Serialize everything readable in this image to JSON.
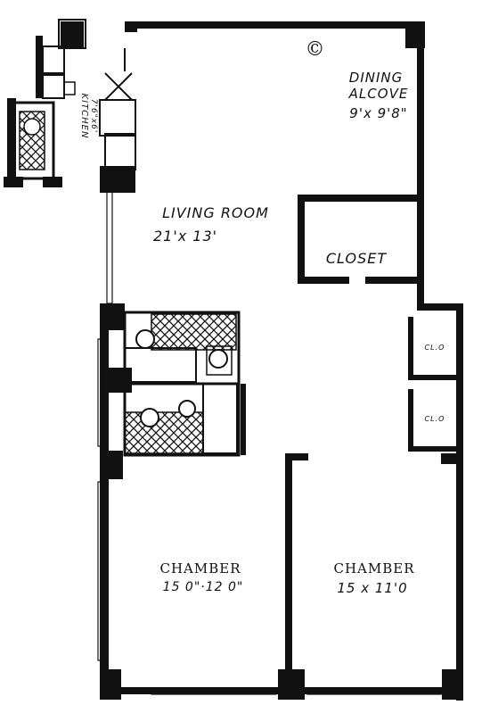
{
  "rooms": {
    "kitchen": {
      "name": "KITCHEN",
      "dims": "7'6\"x6'"
    },
    "dining_alcove": {
      "name_line1": "DINING",
      "name_line2": "ALCOVE",
      "dims": "9'x 9'8\""
    },
    "living_room": {
      "name": "LIVING ROOM",
      "dims": "21'x 13'"
    },
    "closet": {
      "name": "CLOSET"
    },
    "cl_upper": {
      "name": "CL.O"
    },
    "cl_lower": {
      "name": "CL.O"
    },
    "chamber_left": {
      "name": "CHAMBER",
      "dims": "15 0\"·12 0\""
    },
    "chamber_right": {
      "name": "CHAMBER",
      "dims": "15 x 11'0"
    }
  },
  "symbols": {
    "outlet": "©"
  },
  "colors": {
    "ink": "#111111",
    "paper": "#ffffff"
  }
}
